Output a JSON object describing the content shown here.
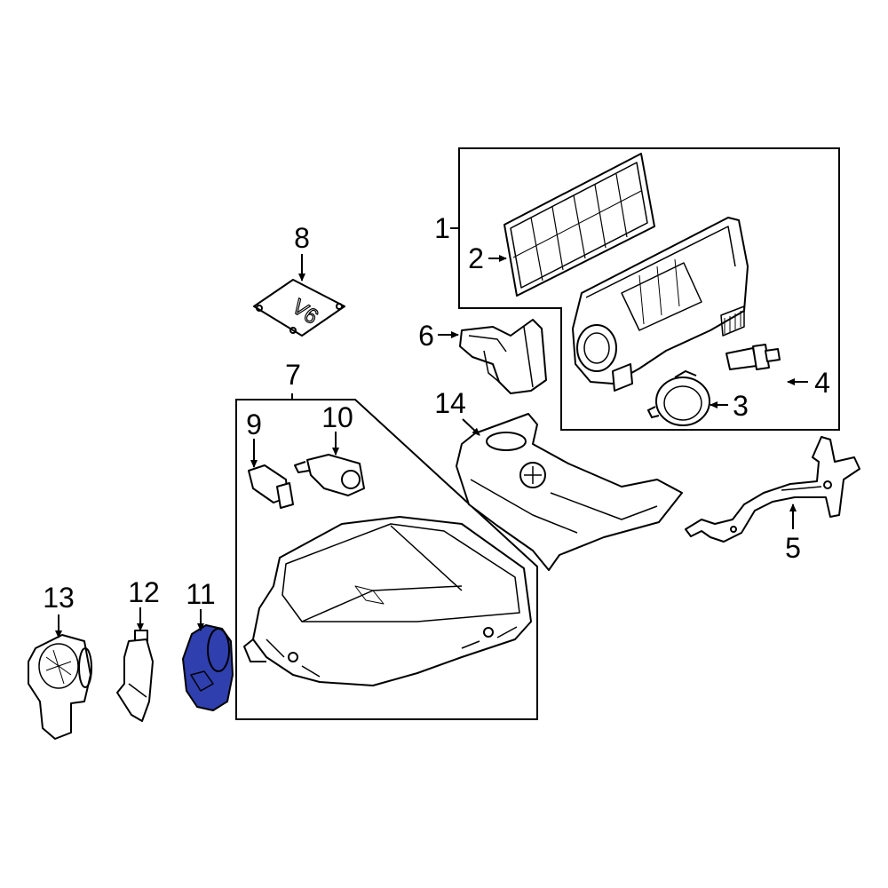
{
  "diagram": {
    "callouts": {
      "c1": "1",
      "c2": "2",
      "c3": "3",
      "c4": "4",
      "c5": "5",
      "c6": "6",
      "c7": "7",
      "c8": "8",
      "c9": "9",
      "c10": "10",
      "c11": "11",
      "c12": "12",
      "c13": "13",
      "c14": "14"
    },
    "cover_badge": "V6",
    "highlight_color": "#2f3fae",
    "line_color": "#000000"
  }
}
